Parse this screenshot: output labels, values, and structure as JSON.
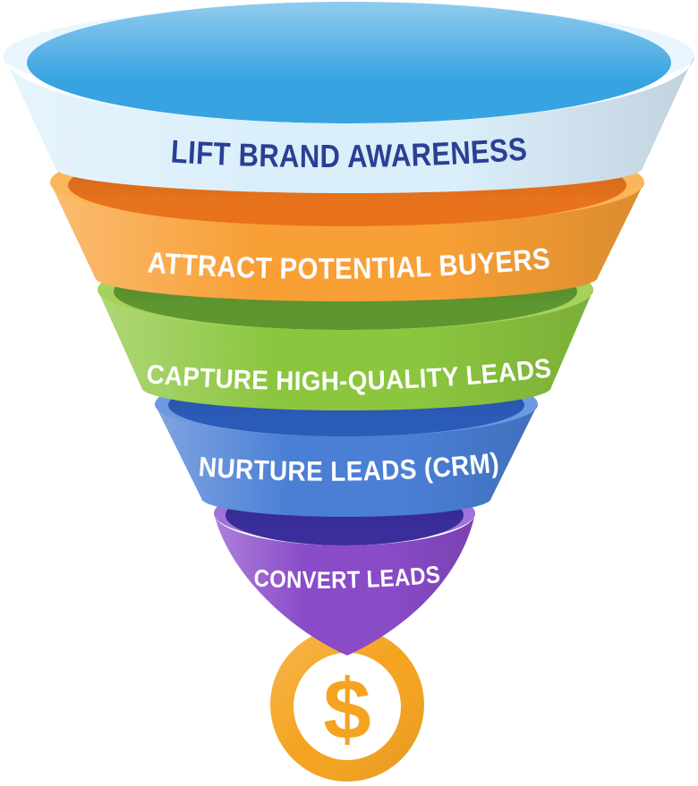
{
  "funnel": {
    "stages": [
      {
        "label": "LIFT BRAND AWARENESS",
        "wall_color": "#DBEFFB",
        "rim_color": "#37A3E0",
        "lip_color": "#EAF6FE",
        "text_color": "#2B3F94"
      },
      {
        "label": "ATTRACT POTENTIAL BUYERS",
        "wall_color": "#F89F35",
        "rim_color": "#E8731C",
        "lip_color": "#FBB55A",
        "text_color": "#FFFFFF"
      },
      {
        "label": "CAPTURE HIGH-QUALITY LEADS",
        "wall_color": "#8CC63F",
        "rim_color": "#5E9730",
        "lip_color": "#A6D25B",
        "text_color": "#FFFFFF"
      },
      {
        "label": "NURTURE LEADS (CRM)",
        "wall_color": "#4A7FD5",
        "rim_color": "#2B5CB9",
        "lip_color": "#6C9AE1",
        "text_color": "#FFFFFF"
      },
      {
        "label": "CONVERT LEADS",
        "wall_color": "#8A4BC9",
        "rim_color": "#3A2E9C",
        "lip_color": "#A173D8",
        "text_color": "#FFFFFF"
      }
    ],
    "coin": {
      "symbol": "$",
      "ring_color": "#F5A31F",
      "face_color": "#FFFFFF",
      "symbol_color": "#F5A41F"
    }
  }
}
